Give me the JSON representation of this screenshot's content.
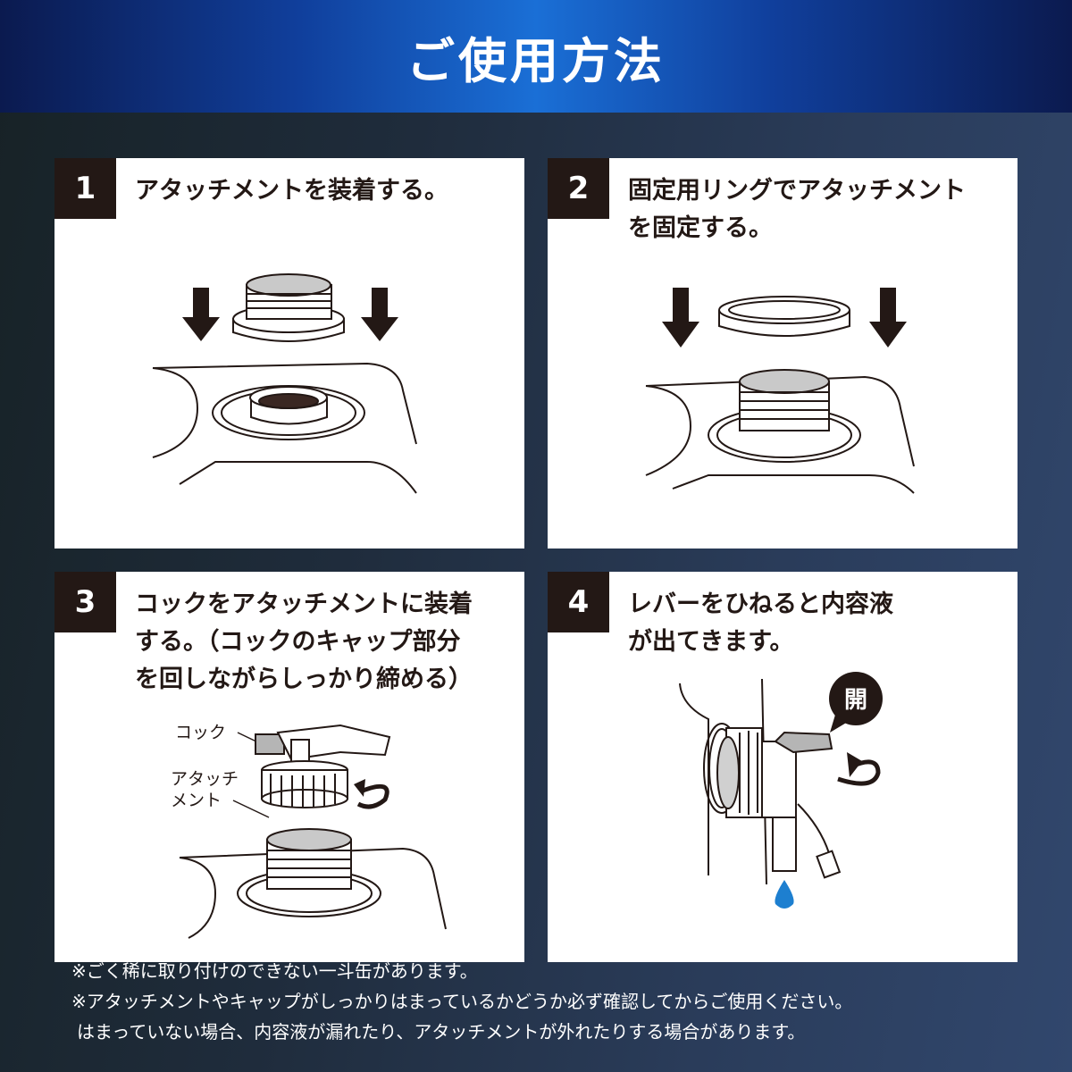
{
  "header": {
    "title": "ご使用方法"
  },
  "steps": [
    {
      "number": "1",
      "text": "アタッチメントを装着する。"
    },
    {
      "number": "2",
      "text": "固定用リングでアタッチメント\nを固定する。"
    },
    {
      "number": "3",
      "text": "コックをアタッチメントに装着\nする。（コックのキャップ部分\nを回しながらしっかり締める）"
    },
    {
      "number": "4",
      "text": "レバーをひねると内容液\nが出てきます。"
    }
  ],
  "labels": {
    "cock": "コック",
    "attachment_line1": "アタッチ",
    "attachment_line2": "メント",
    "open": "開"
  },
  "notes": [
    "※ごく稀に取り付けのできない一斗缶があります。",
    "※アタッチメントやキャップがしっかりはまっているかどうか必ず確認してからご使用ください。",
    "はまっていない場合、内容液が漏れたり、アタッチメントが外れたりする場合があります。"
  ],
  "colors": {
    "header_accent": "#1a6fd6",
    "number_bg": "#231815",
    "drop": "#1d7fd0"
  }
}
